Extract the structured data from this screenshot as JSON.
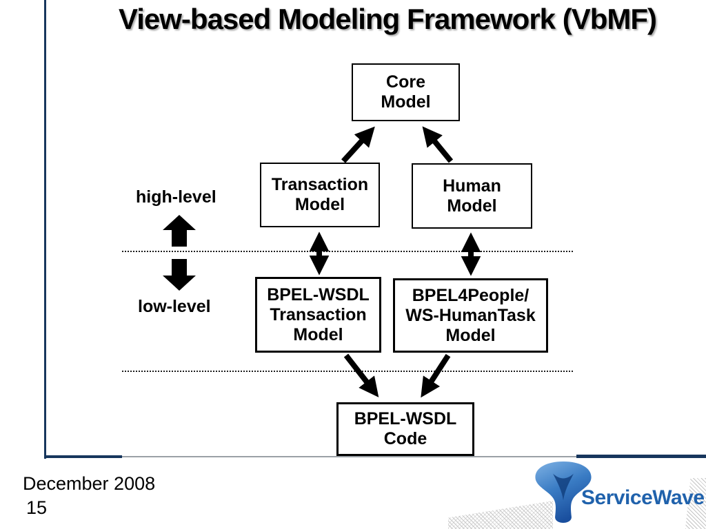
{
  "slide": {
    "title": "View-based Modeling Framework (VbMF)",
    "footer": {
      "date": "December 2008",
      "page_number": "15"
    },
    "logo": {
      "brand": "ServiceWave"
    }
  },
  "diagram": {
    "level_labels": {
      "high": "high-level",
      "low": "low-level"
    },
    "boxes": {
      "core": {
        "lines": [
          "Core",
          "Model"
        ]
      },
      "transaction": {
        "lines": [
          "Transaction",
          "Model"
        ]
      },
      "human": {
        "lines": [
          "Human",
          "Model"
        ]
      },
      "bpel_wsdl_transaction": {
        "lines": [
          "BPEL-WSDL",
          "Transaction",
          "Model"
        ]
      },
      "bpel4people_ws_humantask": {
        "lines": [
          "BPEL4People/",
          "WS-HumanTask",
          "Model"
        ]
      },
      "bpel_wsdl_code": {
        "lines": [
          "BPEL-WSDL",
          "Code"
        ]
      }
    },
    "connections": [
      {
        "from": "Transaction Model",
        "to": "Core Model",
        "type": "arrow"
      },
      {
        "from": "Human Model",
        "to": "Core Model",
        "type": "arrow"
      },
      {
        "from": "Transaction Model",
        "to": "BPEL-WSDL Transaction Model",
        "type": "double-arrow"
      },
      {
        "from": "Human Model",
        "to": "BPEL4People/WS-HumanTask Model",
        "type": "double-arrow"
      },
      {
        "from": "BPEL-WSDL Transaction Model",
        "to": "BPEL-WSDL Code",
        "type": "arrow"
      },
      {
        "from": "BPEL4People/WS-HumanTask Model",
        "to": "BPEL-WSDL Code",
        "type": "arrow"
      }
    ]
  },
  "colors": {
    "accent_navy": "#17365d",
    "logo_blue": "#2062ac",
    "box_border": "#000000",
    "background": "#ffffff"
  }
}
